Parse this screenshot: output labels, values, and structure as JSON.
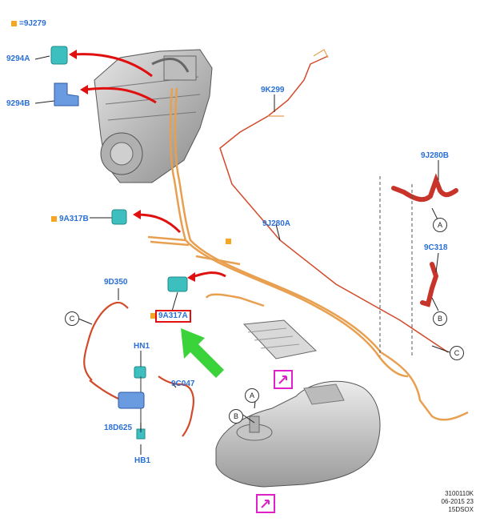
{
  "legend": {
    "code": "=9J279",
    "color": "#f5a623"
  },
  "labels": {
    "l_9294A": "9294A",
    "l_9294B": "9294B",
    "l_9K299": "9K299",
    "l_9J280B": "9J280B",
    "l_9A317B": "9A317B",
    "l_9J280A": "9J280A",
    "l_9C318": "9C318",
    "l_9D350": "9D350",
    "l_9A317A": "9A317A",
    "l_HN1": "HN1",
    "l_9C047": "9C047",
    "l_18D625": "18D625",
    "l_HB1": "HB1"
  },
  "callouts": {
    "a": "A",
    "b": "B",
    "c": "C"
  },
  "reference": {
    "line1": "3100110K",
    "line2": "06-2015 23",
    "line3": "15DSOX"
  },
  "colors": {
    "label": "#2a6fd6",
    "red_pipe": "#d24a2a",
    "orange_pipe": "#e8a050",
    "bracket": "#3dbfbf",
    "arrow_red": "#e01010",
    "arrow_green": "#3ad43a",
    "magenta": "#e020c8"
  }
}
